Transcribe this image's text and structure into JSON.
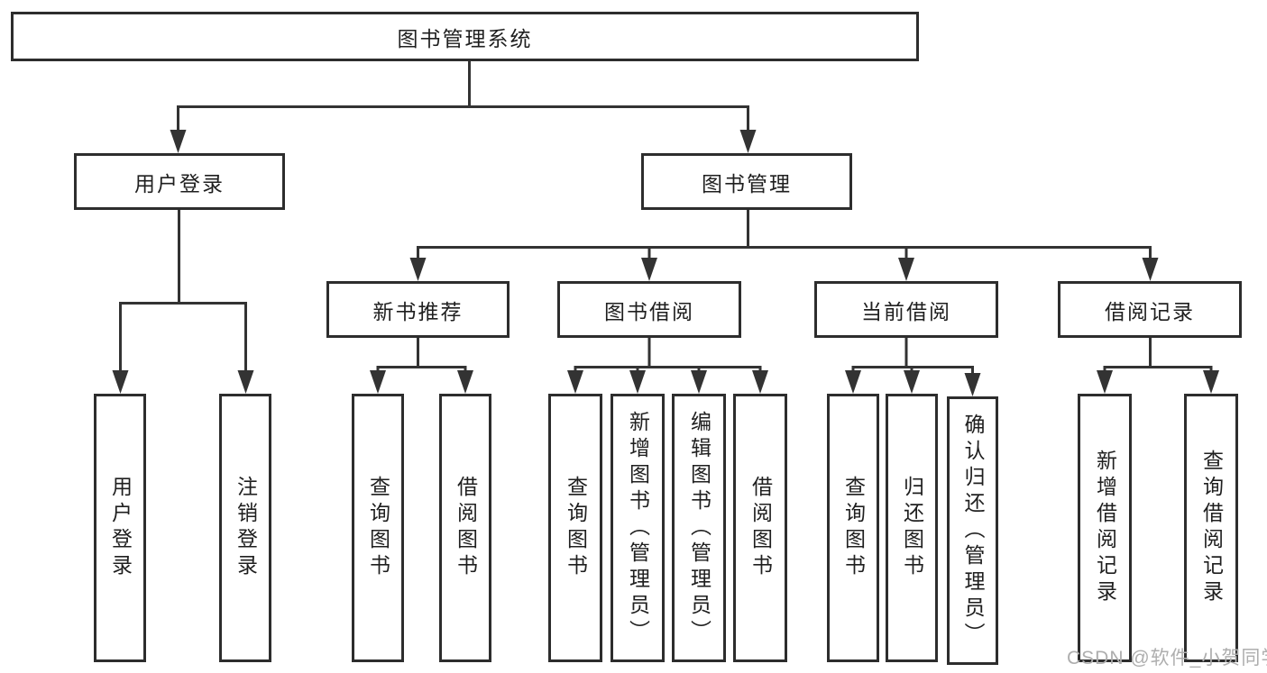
{
  "colors": {
    "line": "#333333",
    "box_border": "#2d2d2d",
    "text": "#1f1f1f",
    "watermark": "#aeaeae",
    "background": "#ffffff"
  },
  "nodes": {
    "root": {
      "label": "图书管理系统"
    },
    "user_login": {
      "label": "用户登录"
    },
    "book_management": {
      "label": "图书管理"
    },
    "new_book_recommend": {
      "label": "新书推荐"
    },
    "book_borrow": {
      "label": "图书借阅"
    },
    "current_borrow": {
      "label": "当前借阅"
    },
    "borrow_record": {
      "label": "借阅记录"
    },
    "leaf_user_login": {
      "label": "用户登录"
    },
    "leaf_logout": {
      "label": "注销登录"
    },
    "leaf_query_book_1": {
      "label": "查询图书"
    },
    "leaf_borrow_book_1": {
      "label": "借阅图书"
    },
    "leaf_query_book_2": {
      "label": "查询图书"
    },
    "leaf_add_book": {
      "label": "新增图书（管理员）"
    },
    "leaf_edit_book": {
      "label": "编辑图书（管理员）"
    },
    "leaf_borrow_book_2": {
      "label": "借阅图书"
    },
    "leaf_query_book_3": {
      "label": "查询图书"
    },
    "leaf_return_book": {
      "label": "归还图书"
    },
    "leaf_confirm_return": {
      "label": "确认归还（管理员）"
    },
    "leaf_add_record": {
      "label": "新增借阅记录"
    },
    "leaf_query_record": {
      "label": "查询借阅记录"
    }
  },
  "hierarchy": {
    "图书管理系统": {
      "用户登录": [
        "用户登录",
        "注销登录"
      ],
      "图书管理": {
        "新书推荐": [
          "查询图书",
          "借阅图书"
        ],
        "图书借阅": [
          "查询图书",
          "新增图书（管理员）",
          "编辑图书（管理员）",
          "借阅图书"
        ],
        "当前借阅": [
          "查询图书",
          "归还图书",
          "确认归还（管理员）"
        ],
        "借阅记录": [
          "新增借阅记录",
          "查询借阅记录"
        ]
      }
    }
  },
  "watermark": {
    "text": "CSDN @软件_小贺同学"
  }
}
